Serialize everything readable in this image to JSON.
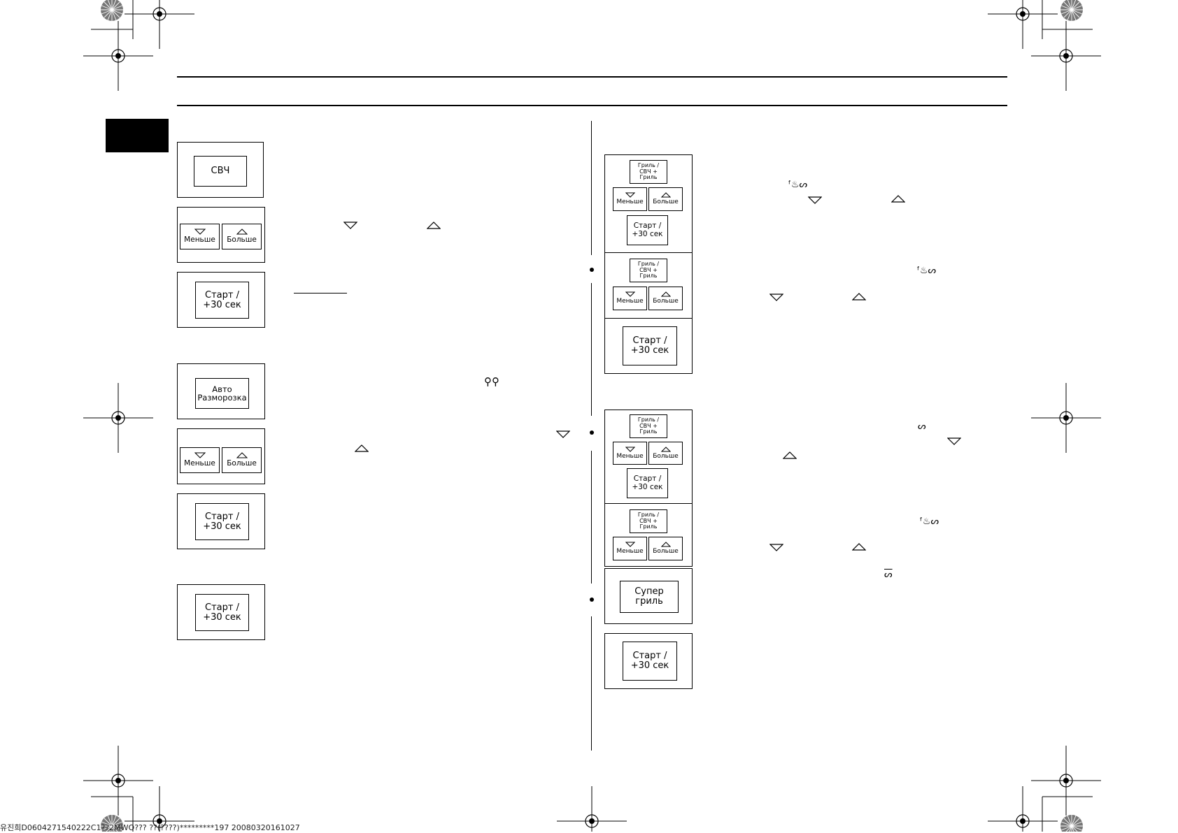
{
  "left": {
    "microwave": {
      "mode_label": "СВЧ",
      "less_label": "Меньше",
      "more_label": "Больше",
      "start_label": "Старт /\n+30 сек"
    },
    "defrost": {
      "mode_label": "Авто\nРазморозка",
      "less_label": "Меньше",
      "more_label": "Больше",
      "start_label": "Старт /\n+30 сек"
    },
    "start_only": {
      "start_label": "Старт /\n+30 сек"
    }
  },
  "right": {
    "grill_panel_1": {
      "mode_label": "Гриль /\nСВЧ + Гриль",
      "less_label": "Меньше",
      "more_label": "Больше",
      "start_label": "Старт /\n+30 сек"
    },
    "grill_panel_2": {
      "mode_label": "Гриль /\nСВЧ + Гриль",
      "less_label": "Меньше",
      "more_label": "Больше"
    },
    "start_panel_1": {
      "start_label": "Старт /\n+30 сек"
    },
    "grill_panel_3": {
      "mode_label": "Гриль /\nСВЧ + Гриль",
      "less_label": "Меньше",
      "more_label": "Больше",
      "start_label": "Старт /\n+30 сек"
    },
    "grill_panel_4": {
      "mode_label": "Гриль /\nСВЧ + Гриль",
      "less_label": "Меньше",
      "more_label": "Больше"
    },
    "super_grill": {
      "label": "Супер\nгриль"
    },
    "start_panel_2": {
      "start_label": "Старт /\n+30 сек"
    }
  },
  "icons": {
    "combi_icon": "microwave-grill-icon",
    "grill_icon": "grill-icon",
    "defrost_icon": "defrost-icon",
    "super_grill_icon": "super-grill-icon"
  },
  "footer": {
    "text": "유진희D0604271540222C1??2MWO??? ??(????)*********197 20080320161027"
  }
}
